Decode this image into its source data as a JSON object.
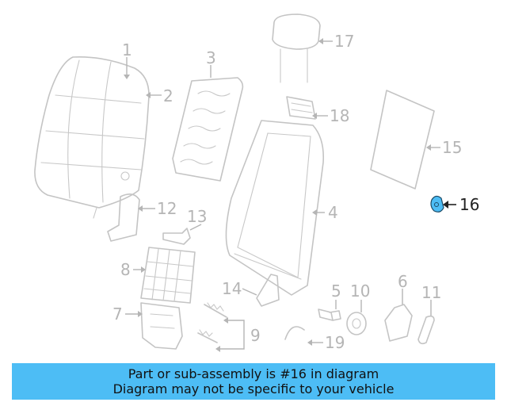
{
  "diagram": {
    "highlighted_part": "16",
    "highlight_color": "#4dbdf5",
    "callouts": [
      {
        "id": "1",
        "label": "1"
      },
      {
        "id": "2",
        "label": "2"
      },
      {
        "id": "3",
        "label": "3"
      },
      {
        "id": "4",
        "label": "4"
      },
      {
        "id": "5",
        "label": "5"
      },
      {
        "id": "6",
        "label": "6"
      },
      {
        "id": "7",
        "label": "7"
      },
      {
        "id": "8",
        "label": "8"
      },
      {
        "id": "9",
        "label": "9"
      },
      {
        "id": "10",
        "label": "10"
      },
      {
        "id": "11",
        "label": "11"
      },
      {
        "id": "12",
        "label": "12"
      },
      {
        "id": "13",
        "label": "13"
      },
      {
        "id": "14",
        "label": "14"
      },
      {
        "id": "15",
        "label": "15"
      },
      {
        "id": "16",
        "label": "16"
      },
      {
        "id": "17",
        "label": "17"
      },
      {
        "id": "18",
        "label": "18"
      },
      {
        "id": "19",
        "label": "19"
      }
    ]
  },
  "banner": {
    "line1": "Part or sub-assembly is #16 in diagram",
    "line2": "Diagram may not be specific to your vehicle",
    "background": "#4dbdf5"
  }
}
